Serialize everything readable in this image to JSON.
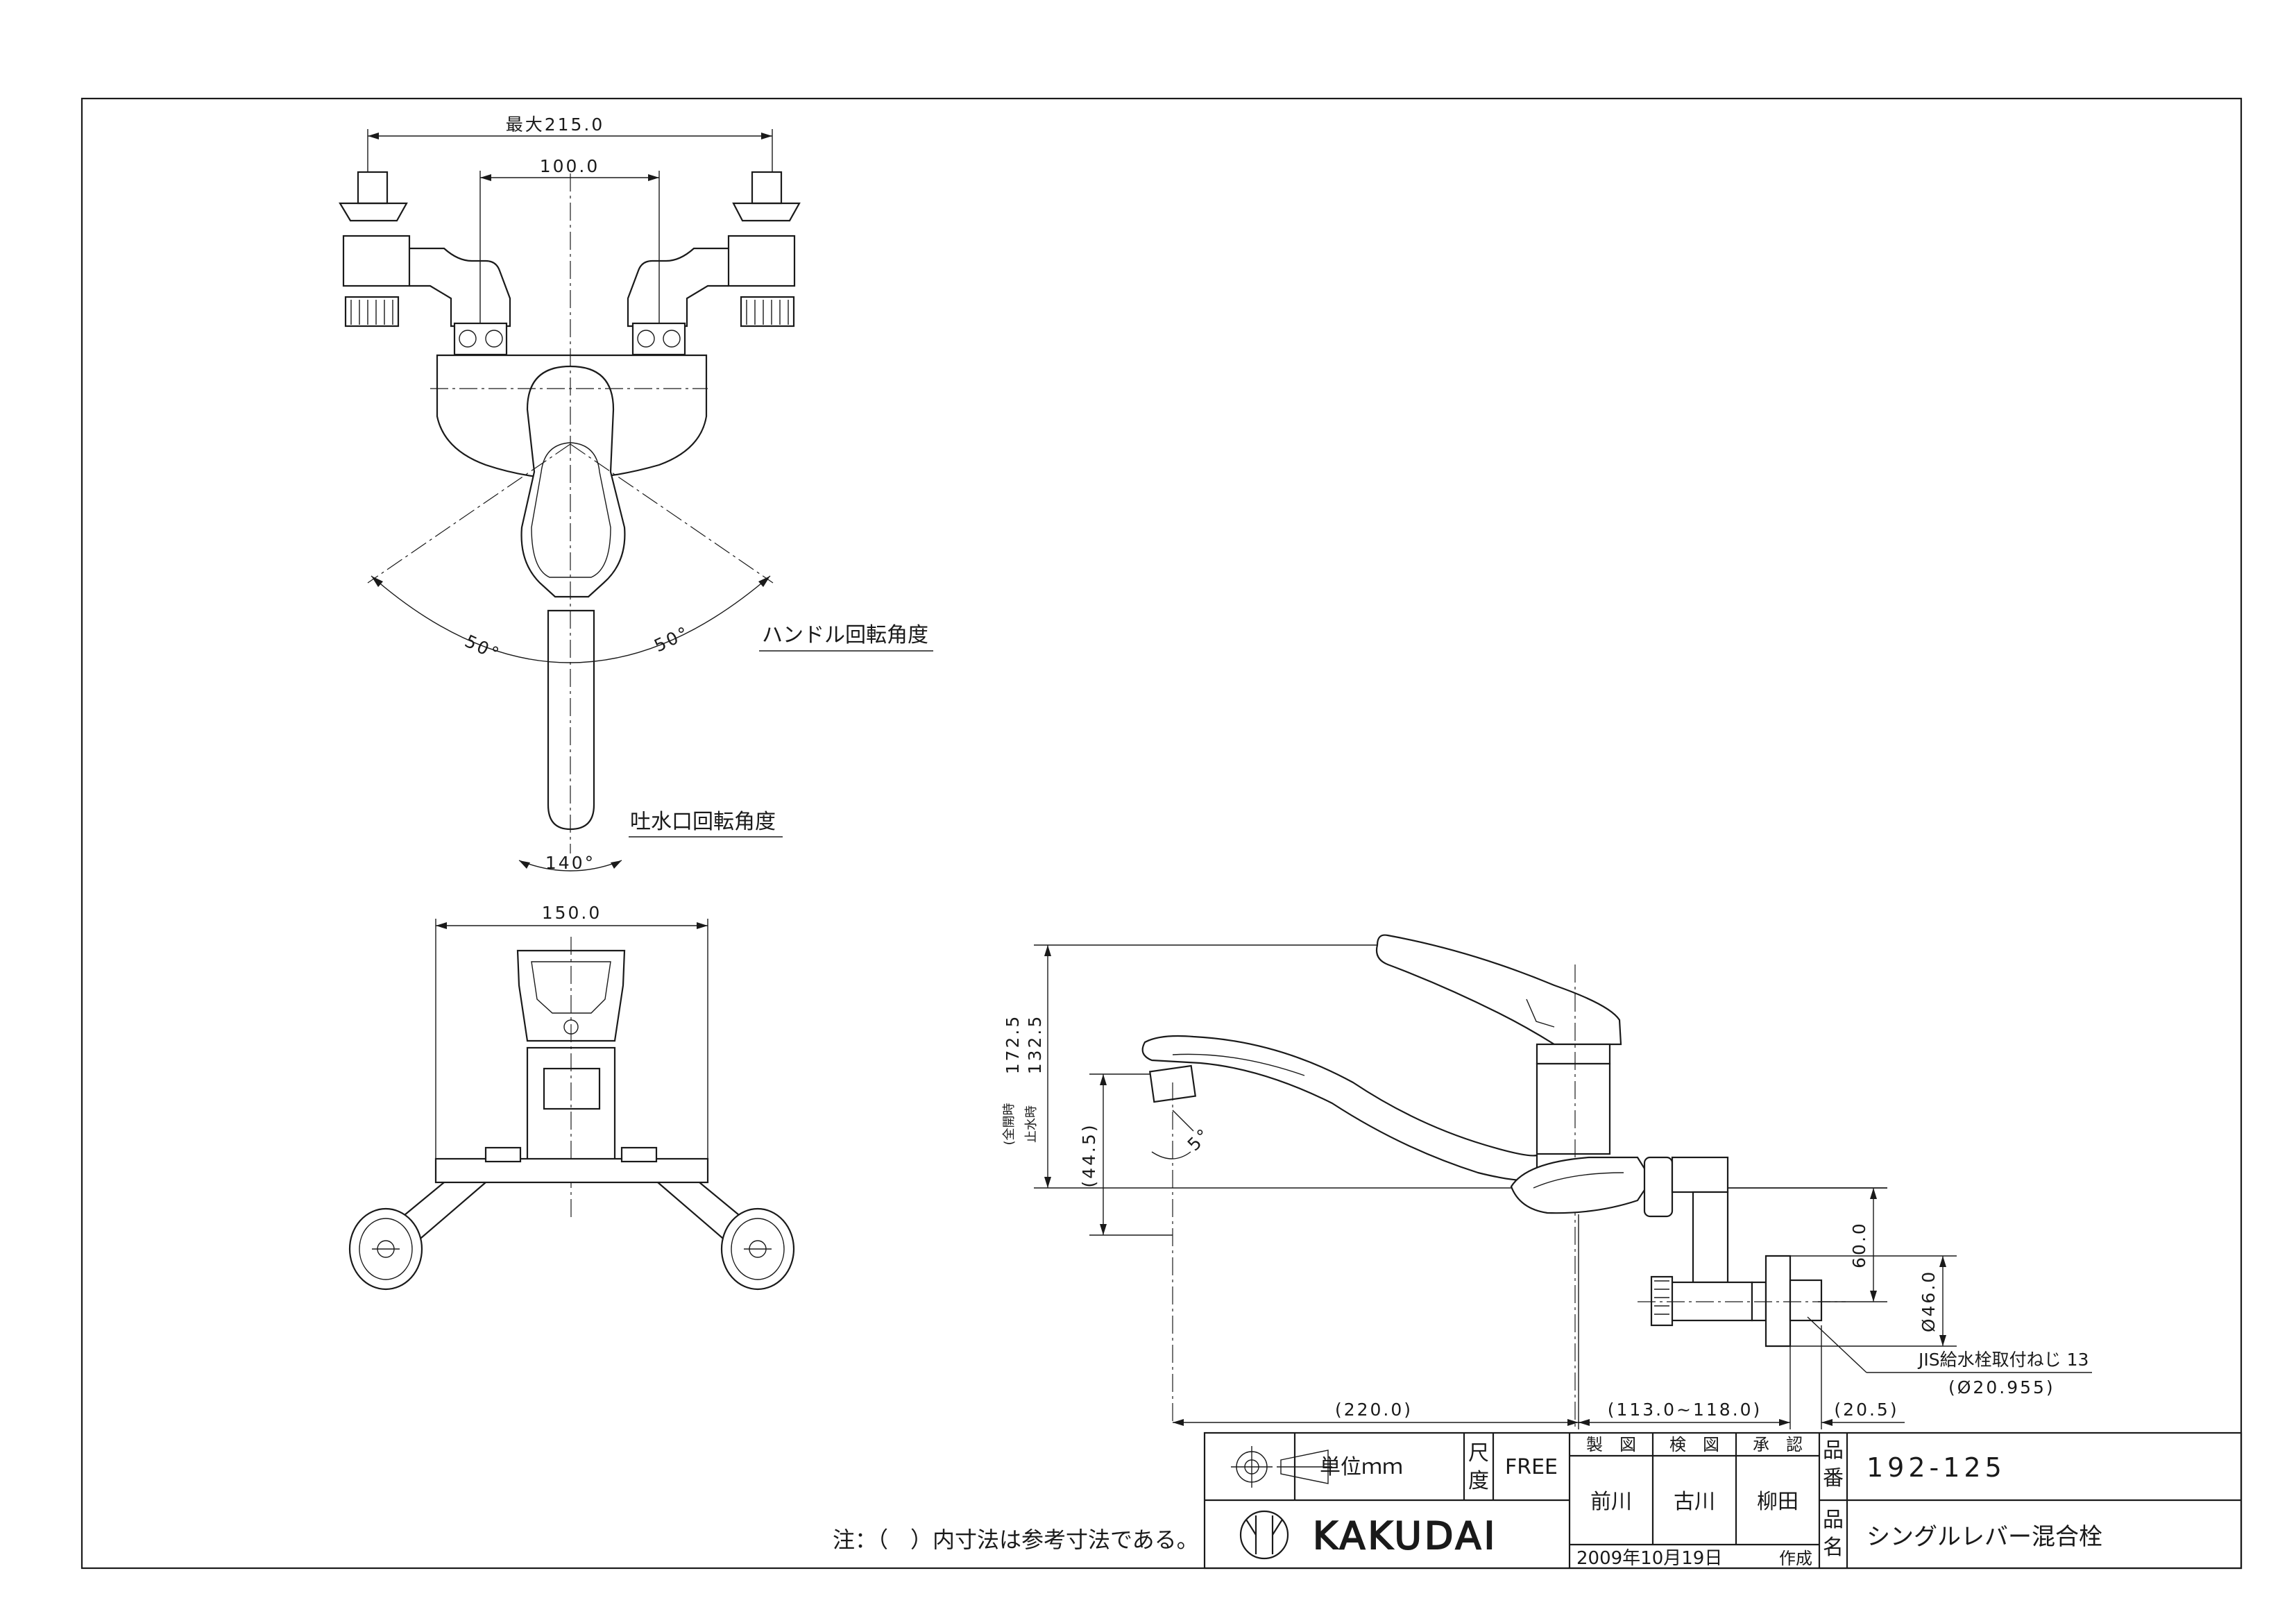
{
  "dimensions": {
    "max_width": "最大215.0",
    "center_distance": "100.0",
    "handle_angle_left": "50°",
    "handle_angle_right": "50°",
    "spout_angle": "140°",
    "body_width": "150.0",
    "height_full_open": "172.5",
    "height_closed": "132.5",
    "label_full_open": "(全開時",
    "label_closed": "止水時",
    "aerator_height": "(44.5)",
    "aerator_tilt": "5°",
    "spout_reach": "(220.0)",
    "offset_range": "(113.0~118.0)",
    "inlet_offset": "(20.5)",
    "height_to_inlet": "60.0",
    "inlet_flange_dia": "Ø46.0"
  },
  "callouts": {
    "handle_rotation": "ハンドル回転角度",
    "spout_rotation": "吐水口回転角度",
    "jis_thread": "JIS給水栓取付ねじ 13",
    "jis_thread_dia": "(Ø20.955)"
  },
  "note": "注：（　）内寸法は参考寸法である。",
  "title_block": {
    "unit": "単位ｍｍ",
    "scale_label_1": "尺",
    "scale_label_2": "度",
    "scale_value": "FREE",
    "drawn_label": "製　図",
    "checked_label": "検　図",
    "approved_label": "承　認",
    "drawn_by": "前川",
    "checked_by": "古川",
    "approved_by": "柳田",
    "date": "2009年10月19日",
    "created_label": "作成",
    "part_no_label_1": "品",
    "part_no_label_2": "番",
    "part_no": "192-125",
    "part_name_label_1": "品",
    "part_name_label_2": "名",
    "part_name": "シングルレバー混合栓",
    "company": "KAKUDAI"
  }
}
